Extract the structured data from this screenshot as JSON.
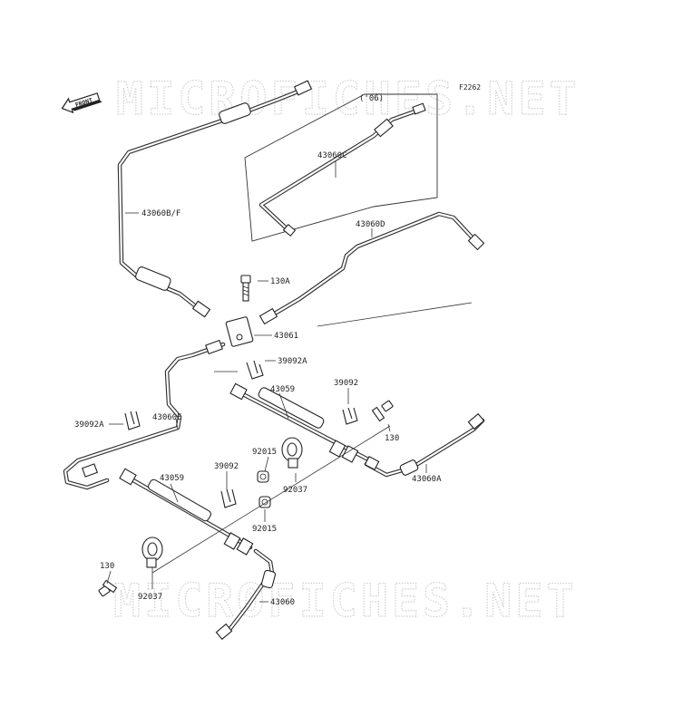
{
  "diagram_code": "F2262",
  "front_label": "FRONT",
  "watermark": "MICROFICHES.NET",
  "inset_note": "('06)",
  "labels": {
    "p43060BF": "43060B/F",
    "p43060C": "43060C",
    "p43060D": "43060D",
    "p130A": "130A",
    "p43061": "43061",
    "p39092A_top": "39092A",
    "p43059_right": "43059",
    "p39092_right": "39092",
    "p130_right": "130",
    "p39092A_left": "39092A",
    "p43060E": "43060E",
    "p92015_top": "92015",
    "p39092_mid": "39092",
    "p43059_left": "43059",
    "p92037_right": "92037",
    "p43060A": "43060A",
    "p92015_bottom": "92015",
    "p130_left": "130",
    "p92037_left": "92037",
    "p43060": "43060"
  }
}
